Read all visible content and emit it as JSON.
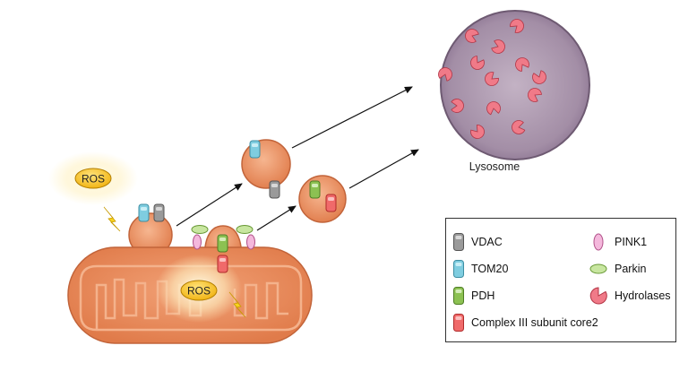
{
  "labels": {
    "ros_outside": "ROS",
    "ros_inside": "ROS",
    "lysosome": "Lysosome"
  },
  "legend": {
    "vdac": "VDAC",
    "tom20": "TOM20",
    "pdh": "PDH",
    "complex3": "Complex III subunit core2",
    "pink1": "PINK1",
    "parkin": "Parkin",
    "hydrolases": "Hydrolases"
  },
  "colors": {
    "mito_fill": "#e88a5c",
    "mito_stroke": "#c2643a",
    "lysosome_fill": "#a08aa3",
    "vdac": "#9a9a9a",
    "tom20": "#7fcde0",
    "pdh": "#8cc152",
    "complex3": "#f06a6a",
    "pink1": "#f4b8dc",
    "parkin": "#c8e6a0",
    "hydrolase": "#f07a88",
    "ros": "#f7c21e"
  }
}
